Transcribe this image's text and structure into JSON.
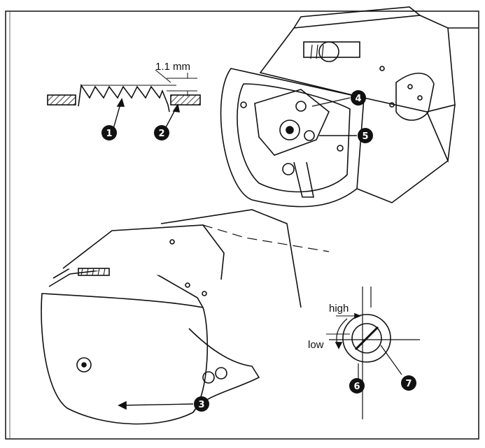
{
  "measurement": {
    "label": "1.1 mm"
  },
  "adjustment": {
    "high_label": "high",
    "low_label": "low"
  },
  "callouts": [
    "1",
    "2",
    "3",
    "4",
    "5",
    "6",
    "7"
  ]
}
